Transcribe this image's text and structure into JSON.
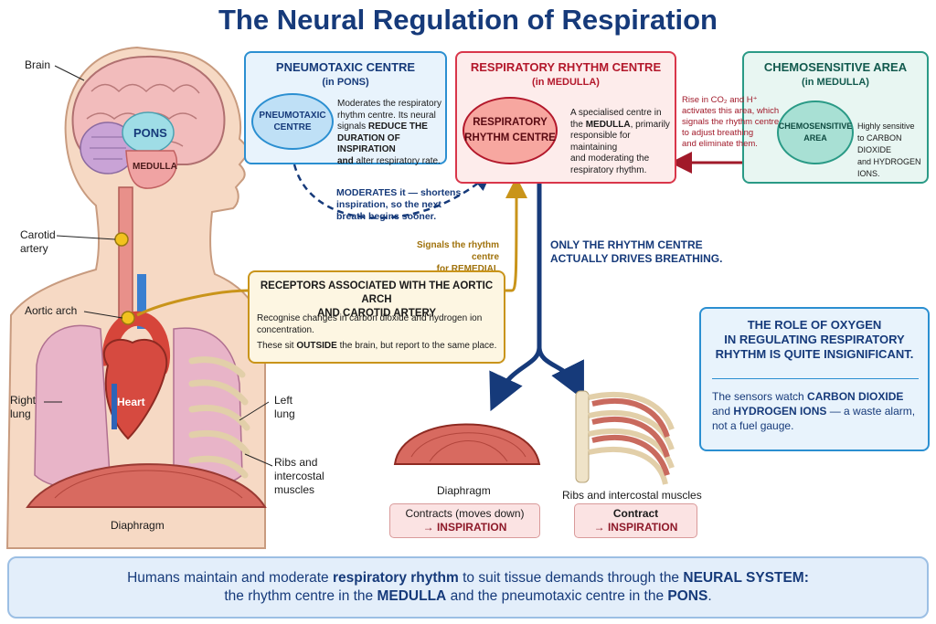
{
  "title": "The Neural Regulation of Respiration",
  "colors": {
    "navy": "#163a7a",
    "pons": "#2b8fd1",
    "rhythm": "#d9364a",
    "chemo": "#2a9a86",
    "receptor": "#c9941a",
    "red_arrow": "#a11a2a"
  },
  "anatomy": {
    "brain": "Brain",
    "pons": "PONS",
    "medulla": "MEDULLA",
    "carotid_1": "Carotid",
    "carotid_2": "artery",
    "aortic": "Aortic arch",
    "right_lung_1": "Right",
    "right_lung_2": "lung",
    "heart": "Heart",
    "left_lung_1": "Left",
    "left_lung_2": "lung",
    "ribs_1": "Ribs and",
    "ribs_2": "intercostal",
    "ribs_3": "muscles",
    "diaphragm": "Diaphragm"
  },
  "pneumotaxic": {
    "title_1": "PNEUMOTAXIC CENTRE",
    "title_2": "(in PONS)",
    "oval_1": "PNEUMOTAXIC",
    "oval_2": "CENTRE",
    "d1": "Moderates the respiratory",
    "d2": "rhythm centre. Its neural",
    "d3": "signals ",
    "d3b": "REDUCE THE",
    "d4b": "DURATION OF INSPIRATION",
    "d5b": "and",
    "d5": " alter respiratory rate."
  },
  "rhythm": {
    "title_1": "RESPIRATORY RHYTHM CENTRE",
    "title_2": "(in MEDULLA)",
    "oval_1": "RESPIRATORY",
    "oval_2": "RHYTHM CENTRE",
    "d1": "A specialised centre in",
    "d2a": "the ",
    "d2b": "MEDULLA",
    "d2c": ", primarily",
    "d3": "responsible for maintaining",
    "d4": "and moderating the",
    "d5": "respiratory rhythm."
  },
  "chemo": {
    "title_1": "CHEMOSENSITIVE AREA",
    "title_2": "(in MEDULLA)",
    "oval_1": "CHEMOSENSITIVE",
    "oval_2": "AREA",
    "d1": "Highly sensitive",
    "d2": "to CARBON DIOXIDE",
    "d3": "and HYDROGEN IONS.",
    "arrow_1": "Rise in CO₂ and H⁺",
    "arrow_2": "activates this area, which",
    "arrow_3": "signals the rhythm centre",
    "arrow_4": "to adjust breathing",
    "arrow_5": "and eliminate them."
  },
  "moderates": {
    "l1": "MODERATES it — shortens",
    "l2": "inspiration, so the next",
    "l3": "breath begins sooner."
  },
  "signals": {
    "l1": "Signals the rhythm centre",
    "l2": "for REMEDIAL ACTION."
  },
  "drives": {
    "l1": "ONLY THE RHYTHM CENTRE",
    "l2": "ACTUALLY DRIVES BREATHING."
  },
  "receptors": {
    "title_1": "RECEPTORS ASSOCIATED WITH THE AORTIC ARCH",
    "title_2": "AND CAROTID ARTERY",
    "p1": "Recognise changes in carbon dioxide and hydrogen ion",
    "p1b": "concentration.",
    "p2a": "These sit ",
    "p2b": "OUTSIDE",
    "p2c": " the brain, but report to the same place."
  },
  "oxygen": {
    "t1": "THE ROLE OF OXYGEN",
    "t2": "IN REGULATING RESPIRATORY",
    "t3": "RHYTHM IS QUITE INSIGNIFICANT.",
    "b1a": "The sensors watch ",
    "b1b": "CARBON DIOXIDE",
    "b2a": "and ",
    "b2b": "HYDROGEN IONS",
    "b2c": " — a waste alarm,",
    "b3": "not a fuel gauge."
  },
  "effectors": {
    "diaphragm_label": "Diaphragm",
    "diaphragm_tag_1": "Contracts (moves down)",
    "diaphragm_tag_2": "→ INSPIRATION",
    "ribs_label": "Ribs and intercostal muscles",
    "ribs_tag_1": "Contract",
    "ribs_tag_2": "→ INSPIRATION"
  },
  "footer": {
    "l1a": "Humans maintain and moderate ",
    "l1b": "respiratory rhythm",
    "l1c": " to suit tissue demands through the ",
    "l1d": "NEURAL SYSTEM:",
    "l2a": "the rhythm centre in the ",
    "l2b": "MEDULLA",
    "l2c": " and the pneumotaxic centre in the ",
    "l2d": "PONS",
    "l2e": "."
  }
}
